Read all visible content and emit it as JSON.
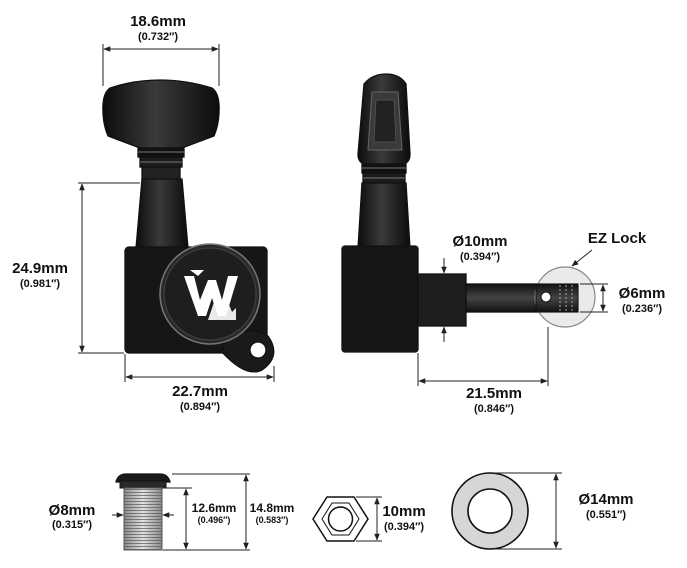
{
  "dimensions": {
    "button_width": {
      "mm": "18.6mm",
      "inch": "(0.732″)"
    },
    "housing_height": {
      "mm": "24.9mm",
      "inch": "(0.981″)"
    },
    "housing_width": {
      "mm": "22.7mm",
      "inch": "(0.894″)"
    },
    "shaft_diameter": {
      "mm": "Ø10mm",
      "inch": "(0.394″)"
    },
    "ez_lock_label": "EZ Lock",
    "post_diameter": {
      "mm": "Ø6mm",
      "inch": "(0.236″)"
    },
    "post_length": {
      "mm": "21.5mm",
      "inch": "(0.846″)"
    },
    "bushing_diameter": {
      "mm": "Ø8mm",
      "inch": "(0.315″)"
    },
    "bushing_thread_length": {
      "mm": "12.6mm",
      "inch": "(0.496″)"
    },
    "bushing_total_length": {
      "mm": "14.8mm",
      "inch": "(0.583″)"
    },
    "hex_nut": {
      "mm": "10mm",
      "inch": "(0.394″)"
    },
    "washer_diameter": {
      "mm": "Ø14mm",
      "inch": "(0.551″)"
    }
  },
  "colors": {
    "metal_dark": "#1a1a1a",
    "washer_face": "#d6d6d6",
    "background": "#ffffff"
  },
  "icons": {
    "logo": "wilkinson-w-logo-icon"
  }
}
